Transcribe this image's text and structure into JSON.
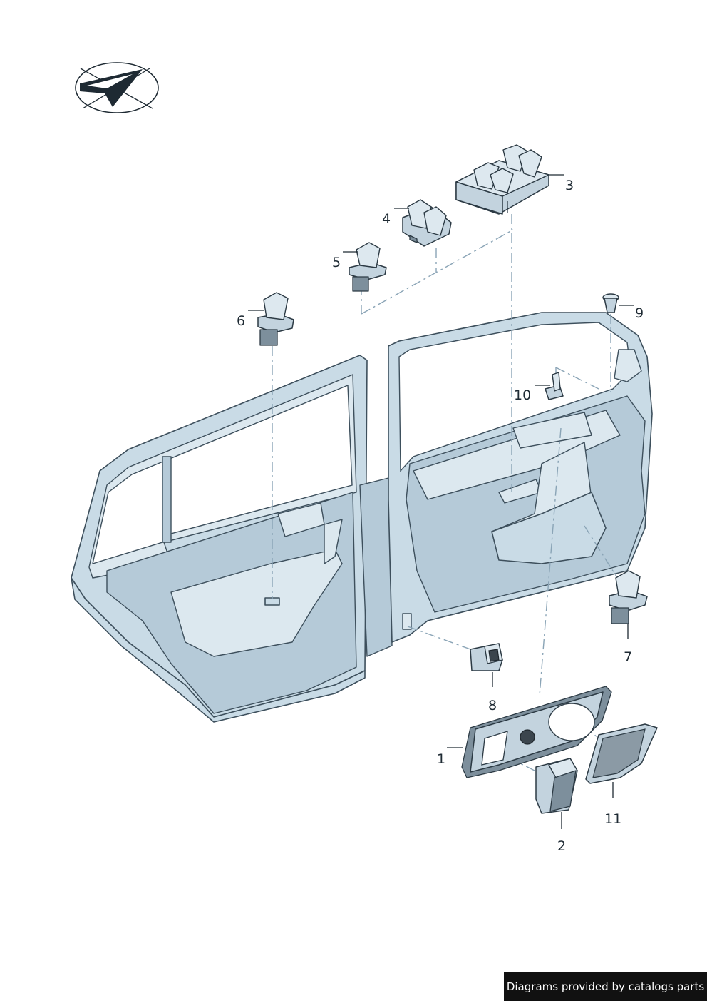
{
  "callouts": {
    "c1": "1",
    "c2": "2",
    "c3": "3",
    "c4": "4",
    "c5": "5",
    "c6": "6",
    "c7": "7",
    "c8": "8",
    "c9": "9",
    "c10": "10",
    "c11": "11"
  },
  "footer": {
    "text": "Diagrams provided by catalogs parts"
  },
  "colors": {
    "panel": "#c9dbe6",
    "outline": "#2c3a44",
    "dash": "#8aa4b6",
    "footer_bg": "#111111"
  },
  "icons": {
    "logo": "paper-plane-check-icon"
  }
}
